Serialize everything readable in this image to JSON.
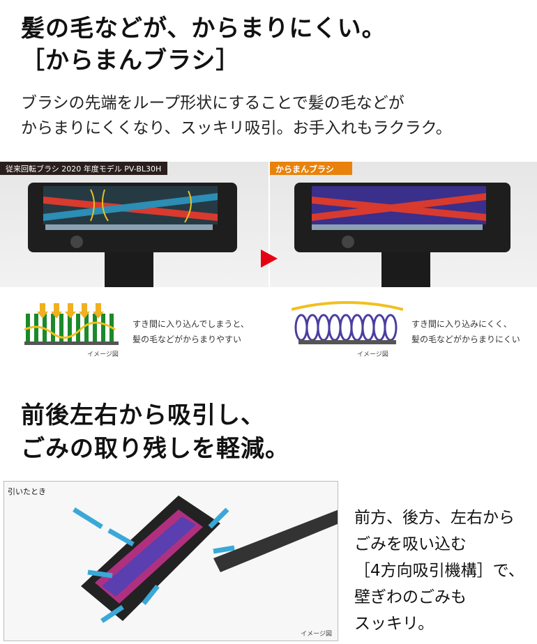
{
  "section1": {
    "title_lines": [
      "髪の毛などが、からまりにくい。",
      "［からまんブラシ］"
    ],
    "description_lines": [
      "ブラシの先端をループ形状にすることで髪の毛などが",
      "からまりにくくなり、スッキリ吸引。お手入れもラクラク。"
    ],
    "left_label": "従来回転ブラシ 2020 年度モデル PV-BL30H",
    "right_label": "からまんブラシ",
    "left_diagram_text": [
      "すき間に入り込んでしまうと、",
      "髪の毛などがからまりやすい"
    ],
    "right_diagram_text": [
      "すき間に入り込みにくく、",
      "髪の毛などがからまりにくい"
    ],
    "image_caption": "イメージ図",
    "colors": {
      "left_label_bg": "#2a1f1c",
      "right_label_bg": "#e8820c",
      "arrow": "#e60012"
    }
  },
  "section2": {
    "title_lines": [
      "前後左右から吸引し、",
      "ごみの取り残しを軽減。"
    ],
    "photo_label": "引いたとき",
    "image_caption": "イメージ図",
    "description_lines": [
      "前方、後方、左右から",
      "ごみを吸い込む",
      "［4方向吸引機構］で、",
      "壁ぎわのごみも",
      "スッキリ。"
    ]
  }
}
